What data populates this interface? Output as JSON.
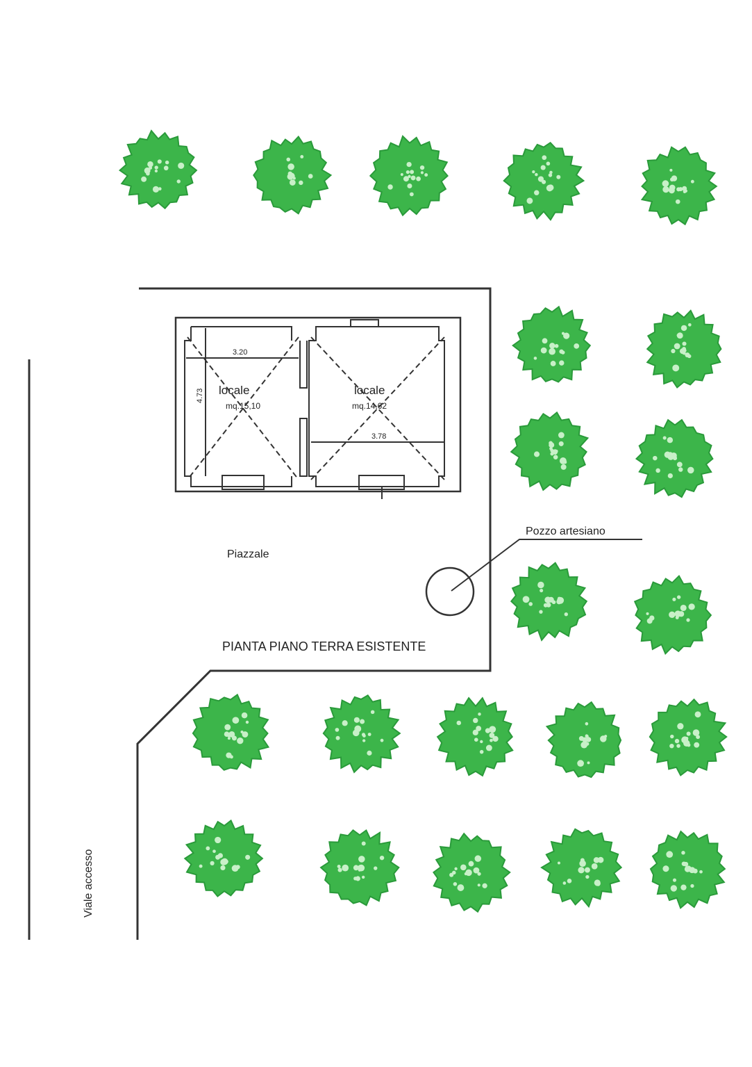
{
  "title": "PIANTA PIANO TERRA ESISTENTE",
  "labels": {
    "piazzale": "Piazzale",
    "pozzo": "Pozzo artesiano",
    "viale": "Viale accesso"
  },
  "rooms": [
    {
      "name": "locale",
      "area": "mq.15,10"
    },
    {
      "name": "locale",
      "area": "mq.14,62"
    }
  ],
  "dimensions": {
    "width_left": "3.20",
    "height_left": "4.73",
    "width_right": "3.78"
  },
  "colors": {
    "tree": "#3cb54a",
    "tree_dark": "#2a9a3a",
    "line": "#333333"
  }
}
